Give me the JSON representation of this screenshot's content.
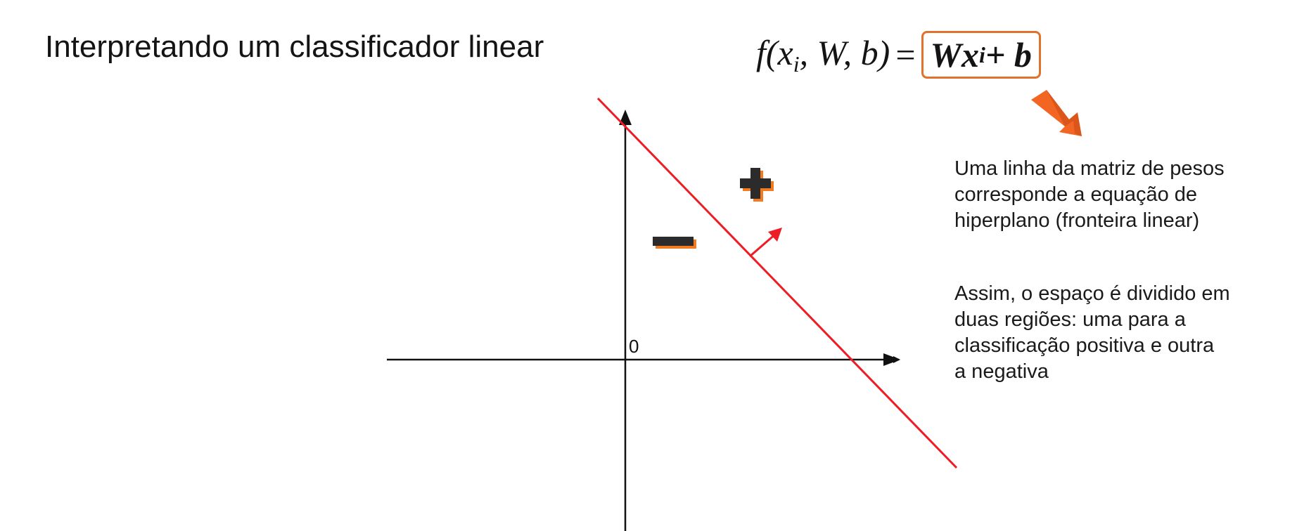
{
  "slide": {
    "title": "Interpretando um classificador linear"
  },
  "formula": {
    "lhs": "f(x",
    "lhs_sub": "i",
    "lhs_rest": ", W, b)",
    "eq": "=",
    "rhs_w": "Wx",
    "rhs_sub": "i",
    "rhs_rest": " + b"
  },
  "diagram": {
    "origin_label": "0",
    "positive_sign": "+",
    "negative_sign": "−"
  },
  "caption": {
    "paragraph1": "Uma linha da matriz de pesos\ncorresponde a equação de\nhiperplano (fronteira linear)",
    "paragraph2": "Assim, o espaço é dividido em\nduas regiões: uma para a\nclassificação positiva e outra\na negativa"
  },
  "colors": {
    "boundary": "#ee1c24",
    "accent_orange": "#f26522",
    "box_border": "#e0722b",
    "axis": "#111111",
    "sign_fill": "#2b2b2b",
    "sign_shadow": "#f47a20"
  },
  "icons": {
    "pointer": "orange-down-right-arrow-icon"
  }
}
